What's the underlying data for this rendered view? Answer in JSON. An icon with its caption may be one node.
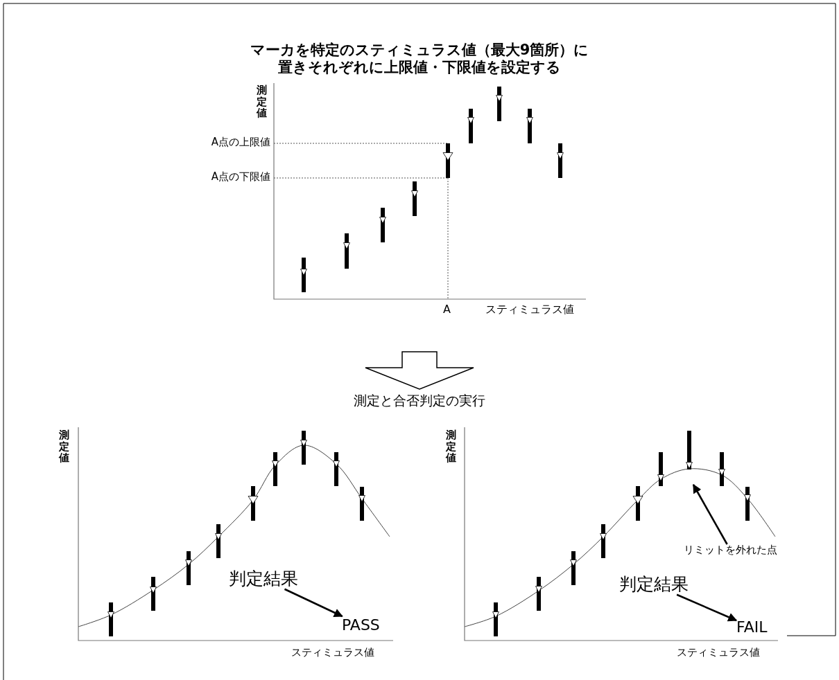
{
  "diagram": {
    "title": "マーカを特定のスティミュラス値（最大9箇所）に置きそれぞれに上限値・下限値を設定する",
    "nodes": [
      {
        "text": [
          "判定結果"
        ]
      },
      {
        "text": [
          "PASS"
        ]
      },
      {
        "text": [
          "リミットを外れた点"
        ]
      },
      {
        "text": [
          "判定結果"
        ]
      },
      {
        "text": [
          "FAIL"
        ]
      }
    ],
    "edges": [
      {
        "from": 0,
        "to": 1,
        "arrow": "to"
      },
      {
        "from": 2,
        "to": null,
        "arrow": "to"
      },
      {
        "from": 3,
        "to": 4,
        "arrow": "to"
      }
    ],
    "labels": [
      "測定値",
      "A点の上限値",
      "A点の下限値",
      "A",
      "スティミュラス値",
      "測定と合否判定の実行",
      "測定値",
      "スティミュラス値",
      "測定値",
      "スティミュラス値"
    ]
  }
}
